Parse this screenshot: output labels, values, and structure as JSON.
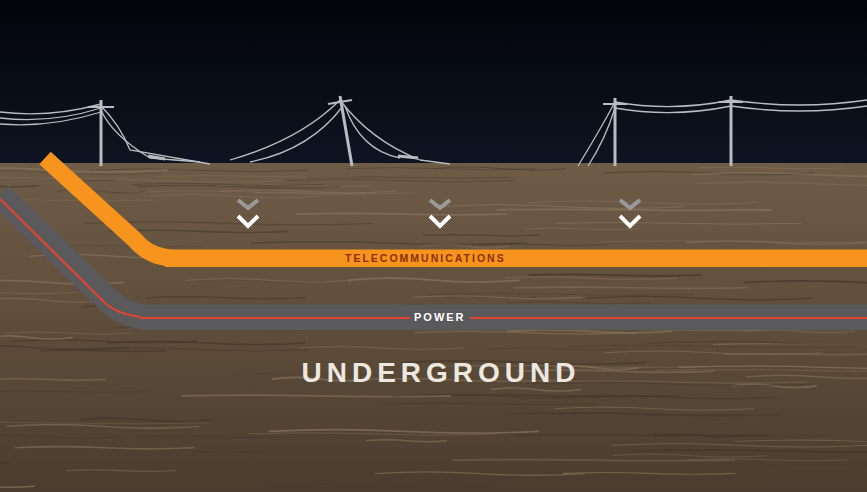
{
  "diagram": {
    "nodes": [
      {
        "text": [
          "TELECOMMUNICATIONS"
        ]
      },
      {
        "text": [
          "POWER"
        ]
      }
    ],
    "labels": [
      "UNDERGROUND"
    ]
  }
}
